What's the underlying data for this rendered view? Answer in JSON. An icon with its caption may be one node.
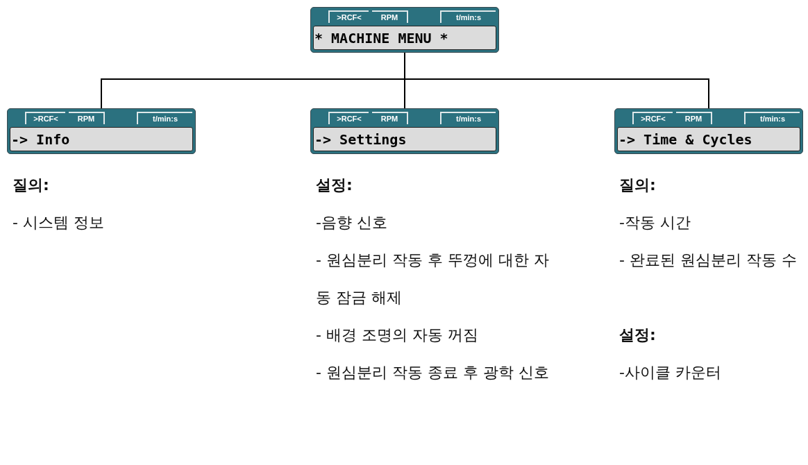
{
  "diagram": {
    "nodes": [
      {
        "text": [
          ">RCF<",
          "RPM",
          "t/min:s",
          "* MACHINE MENU *"
        ]
      },
      {
        "text": [
          ">RCF<",
          "RPM",
          "t/min:s",
          "-> Info"
        ],
        "beside": [
          "질의:",
          "- 시스템 정보"
        ]
      },
      {
        "text": [
          ">RCF<",
          "RPM",
          "t/min:s",
          "-> Settings"
        ],
        "beside": [
          "설정:",
          "-음향 신호",
          "- 원심분리 작동 후 뚜껑에 대한 자동 잠금 해제",
          "- 배경 조명의 자동 꺼짐",
          "- 원심분리 작동 종료 후 광학 신호"
        ]
      },
      {
        "text": [
          ">RCF<",
          "RPM",
          "t/min:s",
          "-> Time & Cycles"
        ],
        "beside": [
          "질의:",
          "-작동 시간",
          "- 완료된 원심분리 작동 수",
          "설정:",
          "-사이클 카운터"
        ]
      }
    ],
    "edges": [
      {
        "from": 0,
        "to": 1,
        "arrow": "none"
      },
      {
        "from": 0,
        "to": 2,
        "arrow": "none"
      },
      {
        "from": 0,
        "to": 3,
        "arrow": "none"
      }
    ]
  }
}
